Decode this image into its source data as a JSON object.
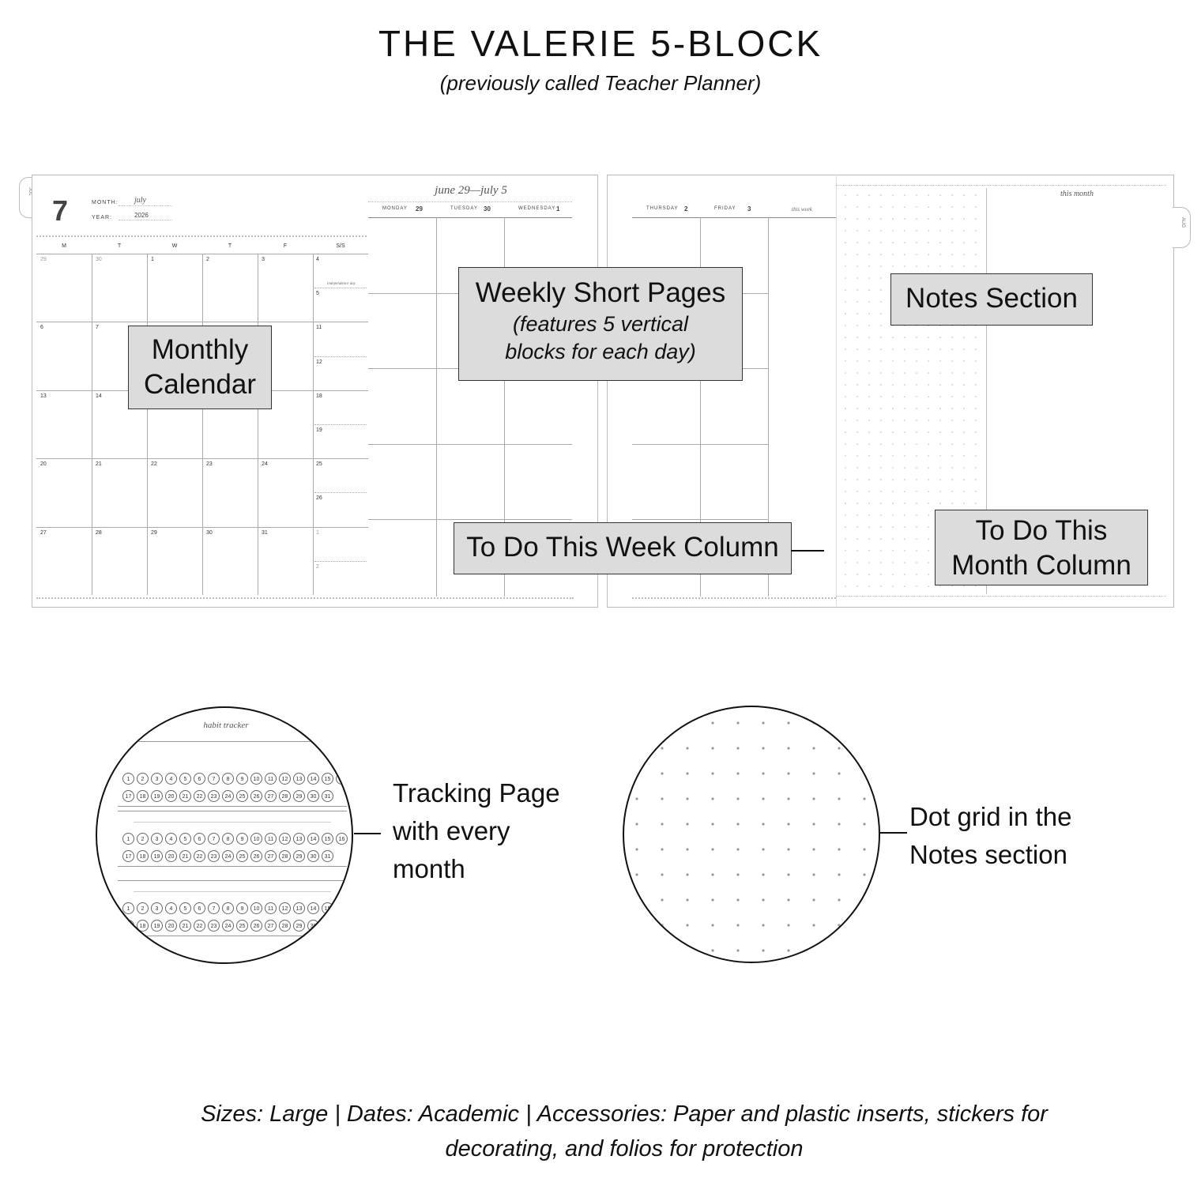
{
  "title": "THE VALERIE 5-BLOCK",
  "subtitle": "(previously called Teacher Planner)",
  "monthly": {
    "tab_label": "JUL",
    "month_number": "7",
    "month_label": "MONTH:",
    "month_value": "july",
    "year_label": "YEAR:",
    "year_value": "2026",
    "weekday_headers": [
      "M",
      "T",
      "W",
      "T",
      "F",
      "S/S"
    ],
    "weeks": [
      [
        "29",
        "30",
        "1",
        "2",
        "3",
        "4",
        "5"
      ],
      [
        "6",
        "7",
        "",
        "",
        "",
        "11",
        "12"
      ],
      [
        "13",
        "14",
        "",
        "",
        "",
        "18",
        "19"
      ],
      [
        "20",
        "21",
        "22",
        "23",
        "24",
        "25",
        "26"
      ],
      [
        "27",
        "28",
        "29",
        "30",
        "31",
        "1",
        "2"
      ]
    ],
    "holiday": "independence day"
  },
  "weekly": {
    "range_title": "june 29—july 5",
    "days_left": [
      {
        "name": "MONDAY",
        "num": "29"
      },
      {
        "name": "TUESDAY",
        "num": "30"
      },
      {
        "name": "WEDNESDAY",
        "num": "1"
      }
    ],
    "days_right": [
      {
        "name": "THURSDAY",
        "num": "2"
      },
      {
        "name": "FRIDAY",
        "num": "3"
      }
    ],
    "this_week": "this week"
  },
  "notes": {
    "this_month": "this month",
    "tab_label": "AUG"
  },
  "callouts": {
    "monthly_calendar_1": "Monthly",
    "monthly_calendar_2": "Calendar",
    "weekly_title": "Weekly Short Pages",
    "weekly_sub_1": "(features 5 vertical",
    "weekly_sub_2": "blocks for each day)",
    "notes_section": "Notes Section",
    "todo_week": "To Do This Week Column",
    "todo_month_1": "To Do This",
    "todo_month_2": "Month Column"
  },
  "tracker": {
    "title": "habit tracker",
    "row_a": [
      "1",
      "2",
      "3",
      "4",
      "5",
      "6",
      "7",
      "8",
      "9",
      "10",
      "11",
      "12",
      "13",
      "14",
      "15",
      "16"
    ],
    "row_b": [
      "17",
      "18",
      "19",
      "20",
      "21",
      "22",
      "23",
      "24",
      "25",
      "26",
      "27",
      "28",
      "29",
      "30",
      "31"
    ],
    "desc_1": "Tracking Page",
    "desc_2": "with every",
    "desc_3": "month"
  },
  "dotgrid": {
    "desc_1": "Dot grid in the",
    "desc_2": "Notes section"
  },
  "footer": {
    "line_1": "Sizes: Large | Dates: Academic | Accessories: Paper and plastic inserts, stickers for",
    "line_2": "decorating, and folios for protection"
  }
}
